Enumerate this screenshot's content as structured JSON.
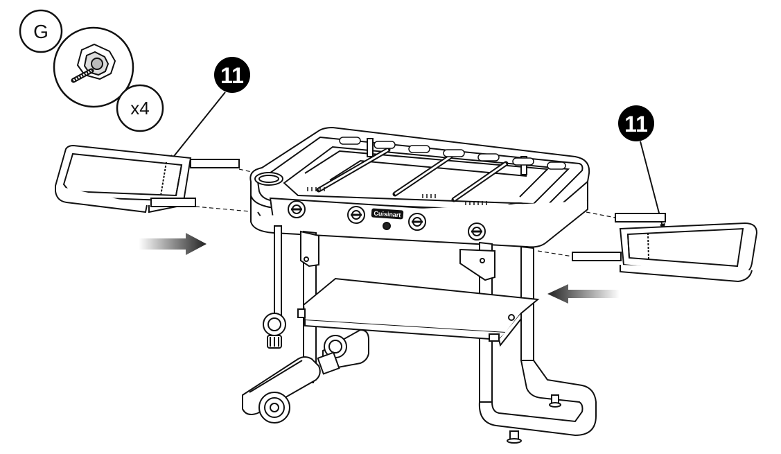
{
  "part_callout": {
    "letter": "G",
    "quantity": "x4",
    "icon": "thumb-screw-icon"
  },
  "step_markers": [
    {
      "label": "11"
    },
    {
      "label": "11"
    }
  ],
  "grill": {
    "brand_label": "Cuisinart"
  },
  "arrows": {
    "left_direction": "right",
    "right_direction": "left"
  },
  "colors": {
    "line": "#111111",
    "marker_fill": "#000000",
    "marker_text": "#ffffff"
  }
}
